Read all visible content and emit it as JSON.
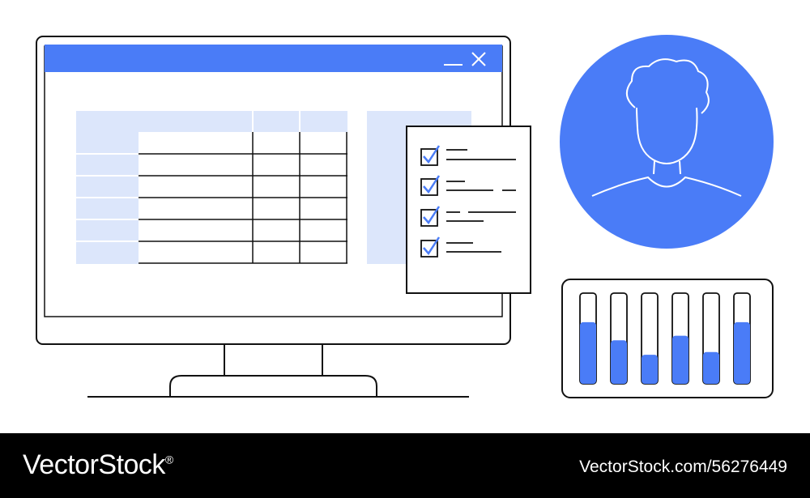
{
  "colors": {
    "accent": "#4a7cf7",
    "accent_light": "#dce6fb",
    "stroke": "#111111",
    "background": "#ffffff",
    "footer_bg": "#000000",
    "footer_text": "#ffffff"
  },
  "window": {
    "minimize_icon": "minimize-icon",
    "close_icon": "close-icon",
    "spreadsheet_rows": 6,
    "spreadsheet_columns": 4
  },
  "checklist": {
    "items_checked": [
      true,
      true,
      true,
      true
    ]
  },
  "avatar": {
    "icon": "user-avatar-icon"
  },
  "equalizer": {
    "levels": [
      0.68,
      0.48,
      0.32,
      0.53,
      0.35,
      0.68
    ]
  },
  "footer": {
    "brand": "VectorStock",
    "registered_mark": "®",
    "image_id": "VectorStock.com/56276449"
  }
}
